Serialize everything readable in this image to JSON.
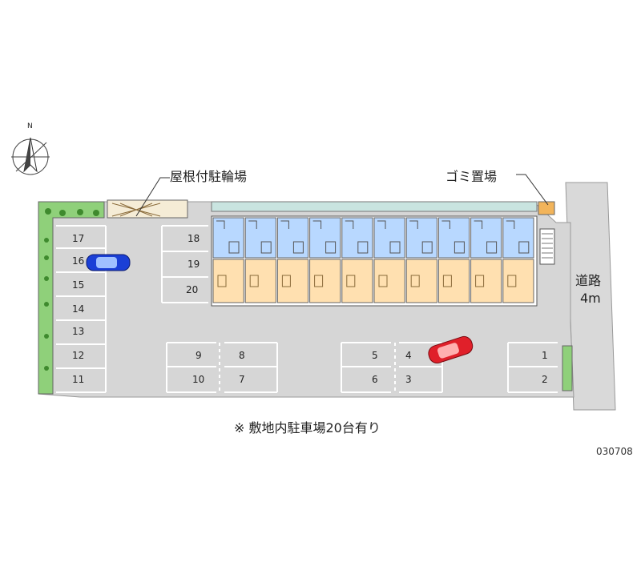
{
  "compass": {
    "north_label": "N"
  },
  "labels": {
    "bicycle_shed": "屋根付駐輪場",
    "garbage": "ゴミ置場",
    "road_line1": "道路",
    "road_line2": "4m",
    "note": "※ 敷地内駐車場20台有り",
    "code": "030708"
  },
  "parking": {
    "slots": [
      "1",
      "2",
      "3",
      "4",
      "5",
      "6",
      "7",
      "8",
      "9",
      "10",
      "11",
      "12",
      "13",
      "14",
      "15",
      "16",
      "17",
      "18",
      "19",
      "20"
    ]
  },
  "colors": {
    "lot": "#d8d8d8",
    "unit_top": "#b8d8ff",
    "unit_bottom": "#ffe0b0",
    "greenery": "#8fd07a",
    "car_blue": "#1a3fd6",
    "car_red": "#e0202a"
  }
}
